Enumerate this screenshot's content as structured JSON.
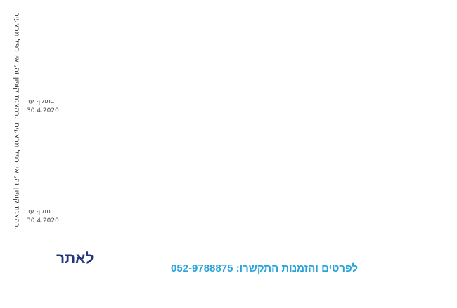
{
  "coupons": [
    {
      "disclaimer": "בהצגת קופון זה, אין כפל מבצעים.",
      "valid_label": "בתוקף עד",
      "valid_date": "30.4.2020"
    },
    {
      "disclaimer": "בהצגת קופון זה, אין כפל מבצעים.",
      "valid_label": "בתוקף עד",
      "valid_date": "30.4.2020"
    }
  ],
  "footer": {
    "site_link": "לאתר",
    "contact": "לפרטים והזמנות התקשרו: 052-9788875"
  },
  "colors": {
    "site": "#24367a",
    "contact": "#2aa3dc"
  }
}
